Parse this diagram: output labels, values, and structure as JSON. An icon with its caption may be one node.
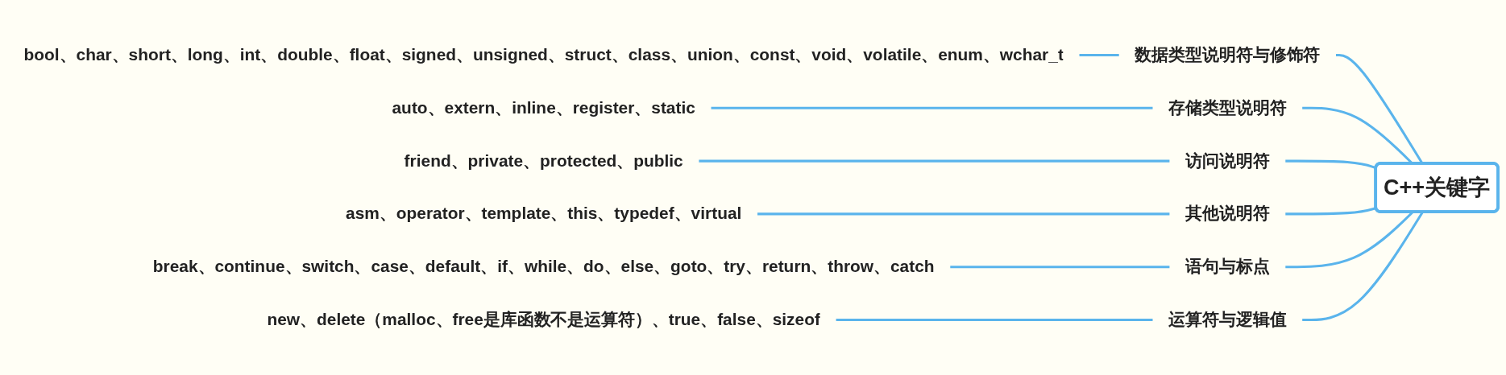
{
  "diagram": {
    "nodes": [
      {
        "text": [
          "C++关键字"
        ]
      },
      {
        "text": [
          "数据类型说明符与修饰符"
        ]
      },
      {
        "text": [
          "bool、char、short、long、int、double、float、signed、unsigned、struct、class、union、const、void、volatile、enum、wchar_t"
        ]
      },
      {
        "text": [
          "存储类型说明符"
        ]
      },
      {
        "text": [
          "auto、extern、inline、register、static"
        ]
      },
      {
        "text": [
          "访问说明符"
        ]
      },
      {
        "text": [
          "friend、private、protected、public"
        ]
      },
      {
        "text": [
          "其他说明符"
        ]
      },
      {
        "text": [
          "asm、operator、template、this、typedef、virtual"
        ]
      },
      {
        "text": [
          "语句与标点"
        ]
      },
      {
        "text": [
          "break、continue、switch、case、default、if、while、do、else、goto、try、return、throw、catch"
        ]
      },
      {
        "text": [
          "运算符与逻辑值"
        ]
      },
      {
        "text": [
          "new、delete（malloc、free是库函数不是运算符）、true、false、sizeof"
        ]
      }
    ],
    "edges": [
      {
        "from": 0,
        "to": 1,
        "arrow": "none"
      },
      {
        "from": 1,
        "to": 2,
        "arrow": "none"
      },
      {
        "from": 0,
        "to": 3,
        "arrow": "none"
      },
      {
        "from": 3,
        "to": 4,
        "arrow": "none"
      },
      {
        "from": 0,
        "to": 5,
        "arrow": "none"
      },
      {
        "from": 5,
        "to": 6,
        "arrow": "none"
      },
      {
        "from": 0,
        "to": 7,
        "arrow": "none"
      },
      {
        "from": 7,
        "to": 8,
        "arrow": "none"
      },
      {
        "from": 0,
        "to": 9,
        "arrow": "none"
      },
      {
        "from": 9,
        "to": 10,
        "arrow": "none"
      },
      {
        "from": 0,
        "to": 11,
        "arrow": "none"
      },
      {
        "from": 11,
        "to": 12,
        "arrow": "none"
      }
    ]
  }
}
